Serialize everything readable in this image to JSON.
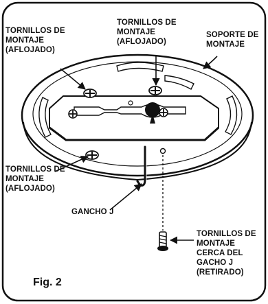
{
  "figure_label": "Fig. 2",
  "labels": {
    "top_left": [
      "TORNILLOS DE",
      "MONTAJE",
      "(AFLOJADO)"
    ],
    "top_center": [
      "TORNILLOS DE",
      "MONTAJE",
      "(AFLOJADO)"
    ],
    "top_right": [
      "SOPORTE DE",
      "MONTAJE"
    ],
    "bottom_left": [
      "TORNILLOS DE",
      "MONTAJE",
      "(AFLOJADO)"
    ],
    "hook": "GANCHO J",
    "bottom_right": [
      "TORNILLOS DE",
      "MONTAJE",
      "CERCA DEL",
      "GACHO J",
      "(RETIRADO)"
    ]
  }
}
